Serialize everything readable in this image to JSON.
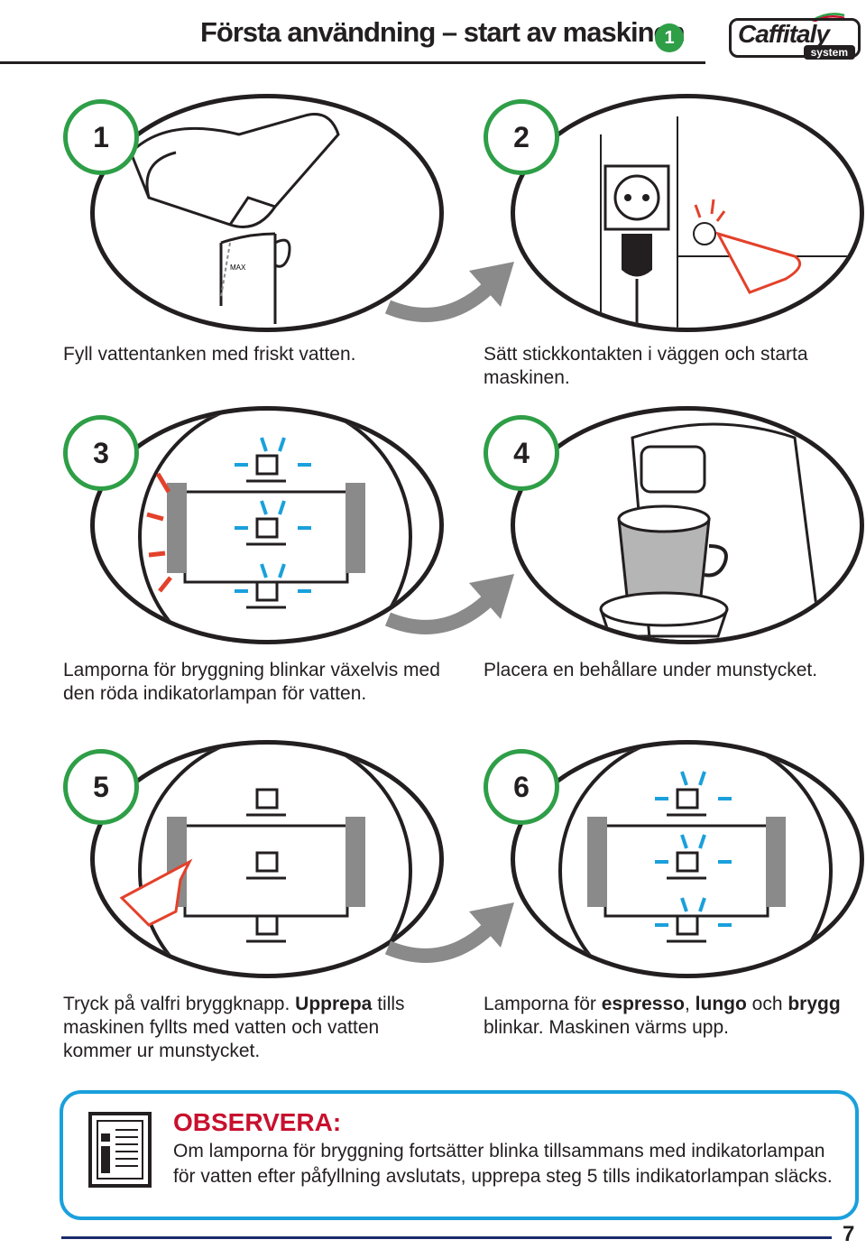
{
  "header": {
    "title": "Första användning – start av maskinen",
    "badge": "1"
  },
  "logo": {
    "brand": "Caffitaly",
    "sub": "system"
  },
  "steps": [
    {
      "num": "1",
      "caption": "Fyll vattentanken med friskt vatten."
    },
    {
      "num": "2",
      "caption": "Sätt stickkontakten i väggen och starta maskinen."
    },
    {
      "num": "3",
      "caption": "Lamporna för bryggning blinkar växelvis med den röda indikatorlampan för vatten."
    },
    {
      "num": "4",
      "caption": "Placera en behållare under munstycket."
    },
    {
      "num": "5",
      "caption_a": "Tryck på valfri bryggknapp. ",
      "caption_bold": "Upprepa",
      "caption_b": " tills maskinen fyllts med vatten och vatten kommer ur munstycket."
    },
    {
      "num": "6",
      "caption_a": "Lamporna för ",
      "b1": "espresso",
      "sep1": ", ",
      "b2": "lungo",
      "sep2": " och ",
      "b3": "brygg",
      "caption_b": " blinkar. Maskinen värms upp."
    }
  ],
  "note": {
    "title": "OBSERVERA:",
    "text": "Om lamporna för bryggning fortsätter blinka tillsammans med indikatorlampan för vatten efter påfyllning avslutats, upprepa steg 5 tills indikatorlampan släcks.",
    "icon": "info-book-icon"
  },
  "page_number": "7",
  "colors": {
    "green": "#2e9e47",
    "blue": "#1aa0dc",
    "red": "#c8102e",
    "navy": "#1a2b6b"
  }
}
